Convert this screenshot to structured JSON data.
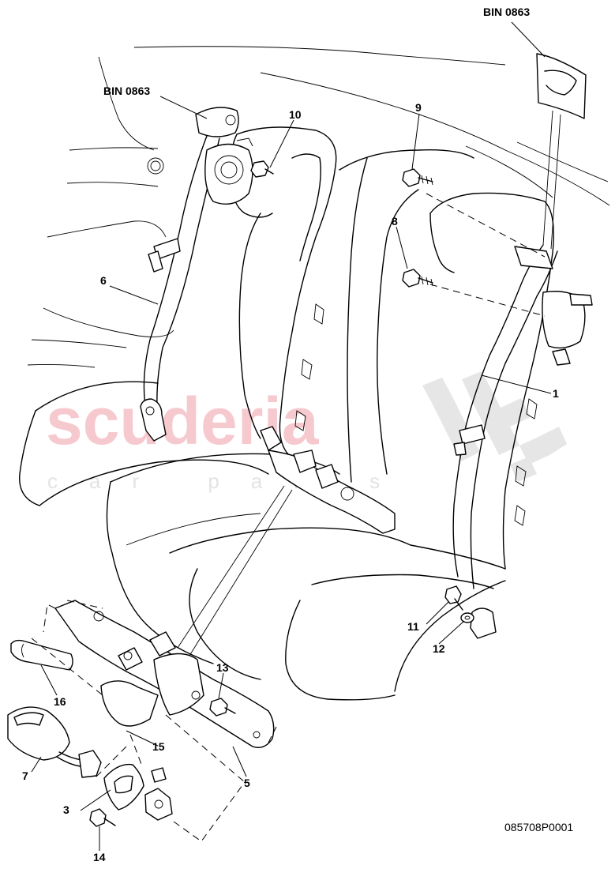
{
  "diagram": {
    "watermark": {
      "main": "scuderia",
      "sub": "car parts"
    },
    "bin_labels": [
      "BIN 0863",
      "BIN 0863"
    ],
    "part_numbers": [
      "1",
      "3",
      "5",
      "6",
      "7",
      "8",
      "9",
      "10",
      "11",
      "12",
      "13",
      "14",
      "15",
      "16"
    ],
    "drawing_number": "085708P0001"
  }
}
